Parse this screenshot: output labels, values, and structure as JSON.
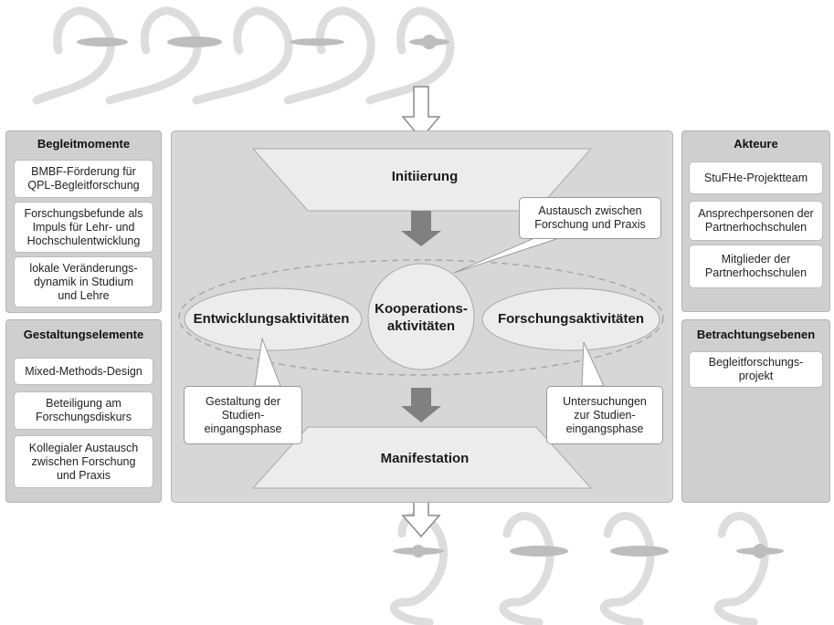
{
  "left": {
    "top_panel": {
      "title": "Begleitmomente",
      "items": [
        "BMBF-Förderung für\nQPL-Begleitforschung",
        "Forschungsbefunde als\nImpuls für Lehr- und\nHochschulentwicklung",
        "lokale Veränderungs-\ndynamik in Studium\nund Lehre"
      ]
    },
    "bottom_panel": {
      "title": "Gestaltungselemente",
      "items": [
        "Mixed-Methods-Design",
        "Beteiligung am\nForschungsdiskurs",
        "Kollegialer Austausch\nzwischen Forschung\nund Praxis"
      ]
    }
  },
  "right": {
    "top_panel": {
      "title": "Akteure",
      "items": [
        "StuFHe-Projektteam",
        "Ansprechpersonen der\nPartnerhochschulen",
        "Mitglieder der\nPartnerhochschulen"
      ]
    },
    "bottom_panel": {
      "title": "Betrachtungsebenen",
      "items": [
        "Begleitforschungs-\nprojekt"
      ]
    }
  },
  "center": {
    "initiation": "Initiierung",
    "cooperation": "Kooperations-\naktivitäten",
    "development": "Entwicklungsaktivitäten",
    "research": "Forschungsaktivitäten",
    "manifestation": "Manifestation",
    "callout_exchange": "Austausch zwischen\nForschung und Praxis",
    "callout_design": "Gestaltung der\nStudien-\neingangsphase",
    "callout_studies": "Untersuchungen\nzur Studien-\neingangsphase"
  },
  "colors": {
    "panel": "#cfcfcf",
    "center_panel": "#d7d7d7",
    "shape_fill": "#ececec",
    "arrow": "#808080",
    "decor": "#dcdcdc"
  }
}
